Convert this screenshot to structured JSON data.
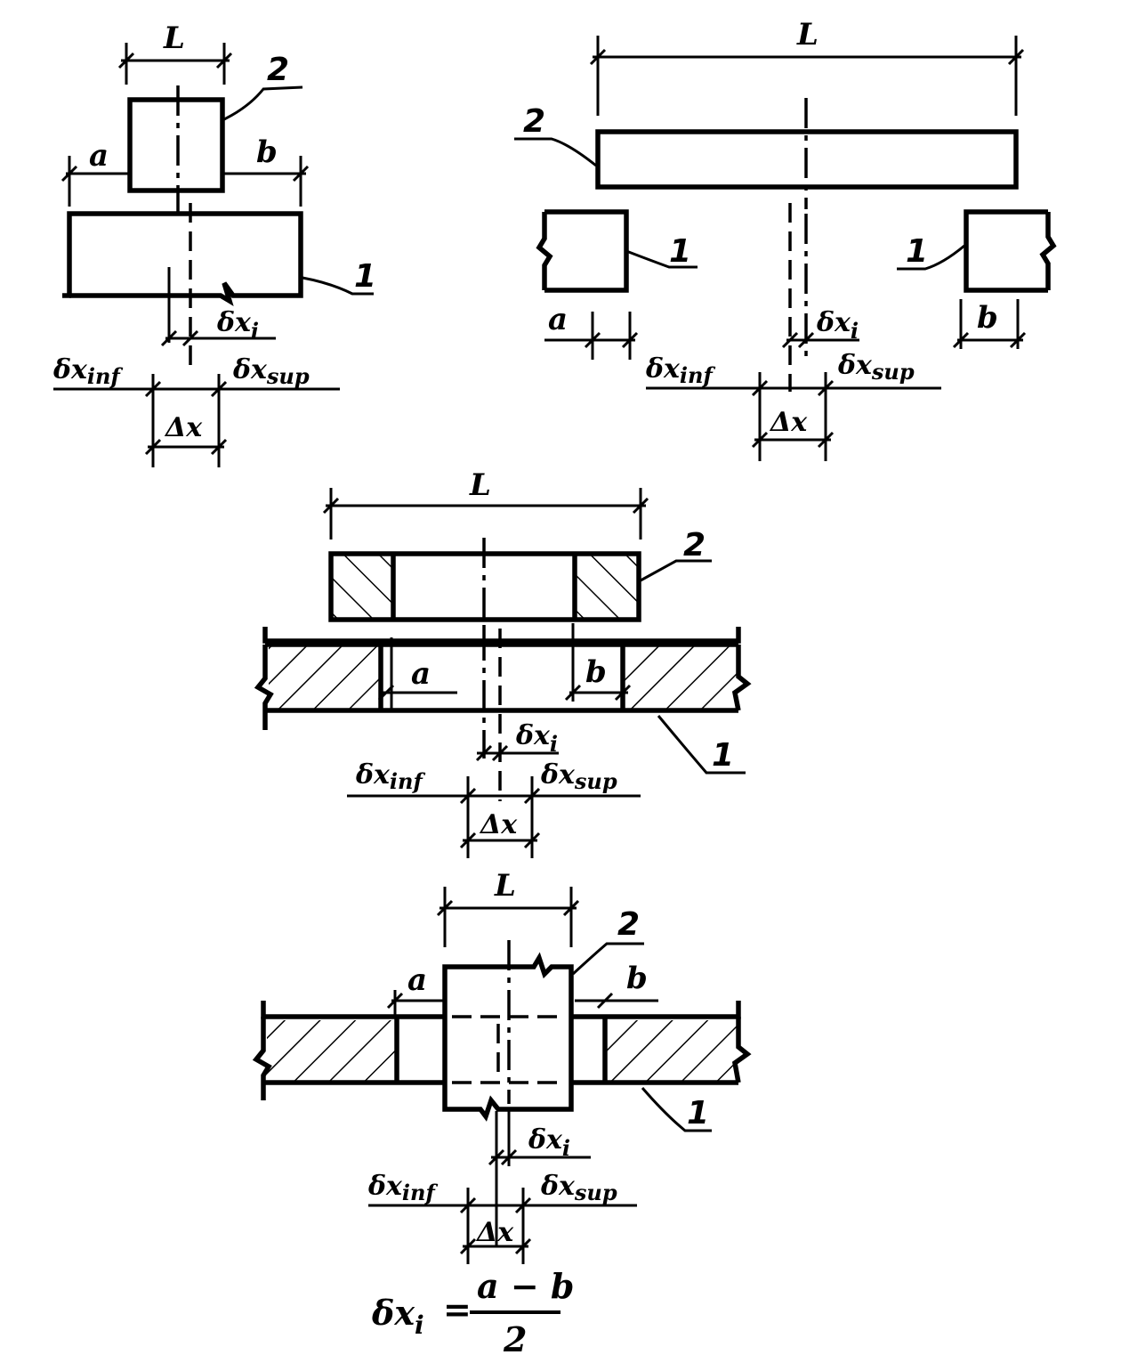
{
  "labels": {
    "L": "L",
    "a": "a",
    "b": "b",
    "part1": "1",
    "part2": "2",
    "delta_x_i": "δx",
    "sub_i": "i",
    "delta_x_inf": "δx",
    "sub_inf": "inf",
    "delta_x_sup": "δx",
    "sub_sup": "sup",
    "Delta_x": "Δx"
  },
  "formula": {
    "lhs": "δx",
    "lhs_sub": "i",
    "equals": "=",
    "numerator": "a − b",
    "denominator": "2"
  }
}
